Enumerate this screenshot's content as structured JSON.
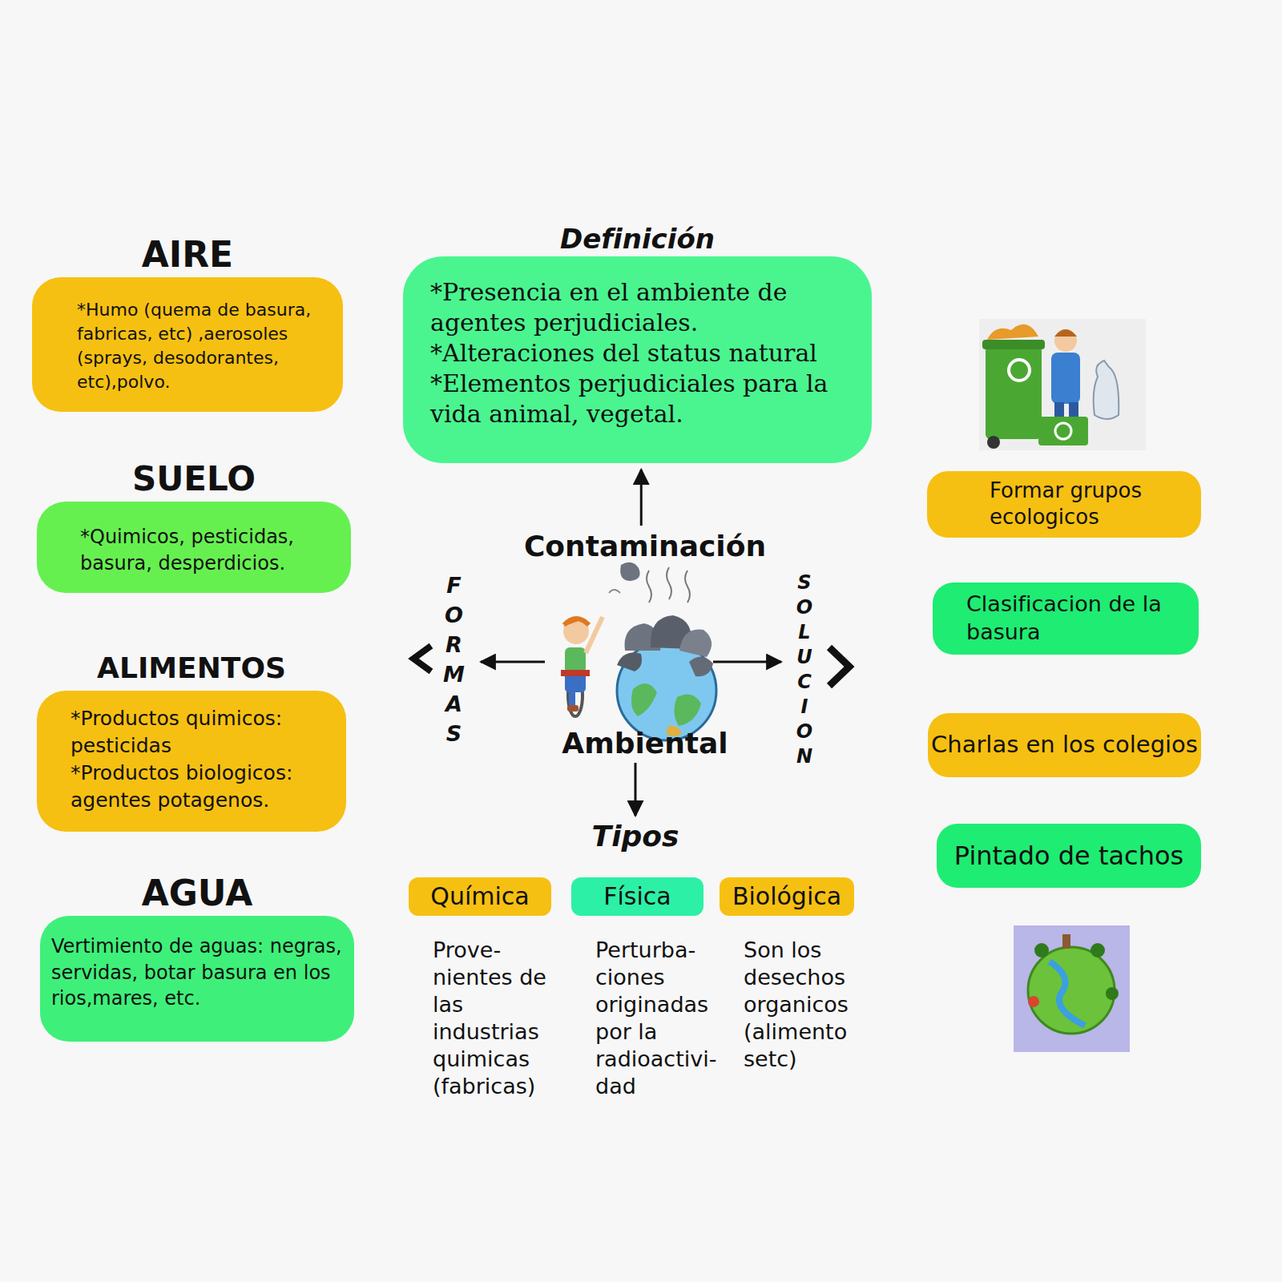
{
  "diagram": {
    "nodes": [
      {
        "text": [
          "AIRE",
          "*Humo (quema de basura, fabricas, etc) ,aerosoles (sprays, desodorantes, etc),polvo."
        ]
      },
      {
        "text": [
          "SUELO",
          "*Quimicos, pesticidas, basura, desperdicios."
        ]
      },
      {
        "text": [
          "ALIMENTOS",
          "*Productos quimicos: pesticidas",
          "*Productos biologicos: agentes potagenos."
        ]
      },
      {
        "text": [
          "AGUA",
          "Vertimiento de aguas: negras, servidas, botar basura en los rios,mares, etc."
        ]
      },
      {
        "text": [
          "Definición",
          "*Presencia en el ambiente de agentes perjudiciales.",
          "*Alteraciones del status natural",
          "*Elementos perjudiciales para la vida animal, vegetal."
        ]
      },
      {
        "text": [
          "Contaminación",
          "Ambiental"
        ]
      },
      {
        "text": [
          "Química",
          "Prove- nientes de las industrias quimicas (fabricas)"
        ]
      },
      {
        "text": [
          "Física",
          "Perturba- ciones originadas por la radioactivi- dad"
        ]
      },
      {
        "text": [
          "Biológica",
          "Son los desechos organicos (alimento setc)"
        ]
      },
      {
        "text": [
          "Formar grupos ecologicos"
        ]
      },
      {
        "text": [
          "Clasificacion de la basura"
        ]
      },
      {
        "text": [
          "Charlas en los colegios"
        ]
      },
      {
        "text": [
          "Pintado de tachos"
        ]
      }
    ],
    "edges": [
      {
        "from": 5,
        "to": 4,
        "arrow": "to"
      }
    ],
    "labels": [
      "FORMAS",
      "SOLUCION",
      "Tipos"
    ]
  }
}
